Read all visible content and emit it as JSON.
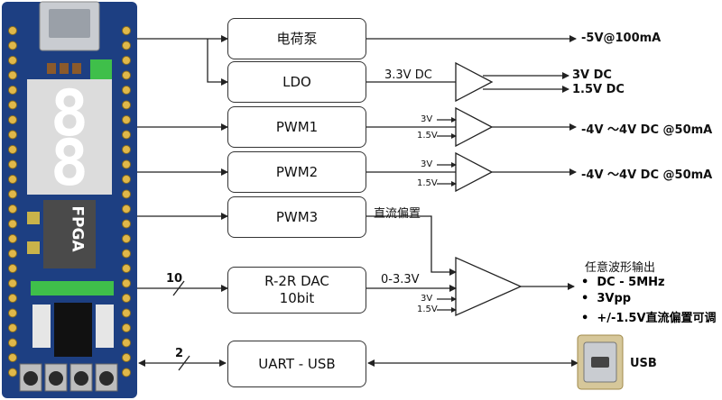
{
  "blocks": {
    "charge_pump": "电荷泵",
    "ldo": "LDO",
    "pwm1": "PWM1",
    "pwm2": "PWM2",
    "pwm3": "PWM3",
    "dac_line1": "R-2R DAC",
    "dac_line2": "10bit",
    "uart": "UART - USB"
  },
  "board": {
    "chip_label": "FPGA"
  },
  "wire_labels": {
    "ldo_out": "3.3V DC",
    "dc_bias": "直流偏置",
    "dac_out": "0-3.3V",
    "bus_10": "10",
    "bus_2": "2"
  },
  "rail_labels": {
    "v3": "3V",
    "v15": "1.5V"
  },
  "outputs": {
    "charge_pump": "-5V@100mA",
    "ldo_3v": "3V DC",
    "ldo_15v": "1.5V DC",
    "pwm1": "-4V ～4V DC @50mA",
    "pwm2": "-4V ～4V DC @50mA",
    "dac_title": "任意波形输出",
    "dac_items": [
      "DC - 5MHz",
      "3Vpp",
      "+/-1.5V直流偏置可调"
    ],
    "usb": "USB"
  },
  "colors": {
    "board": "#1d3f82",
    "pin": "#e0b84a",
    "line": "#222222",
    "led": "#3fbf4a"
  }
}
